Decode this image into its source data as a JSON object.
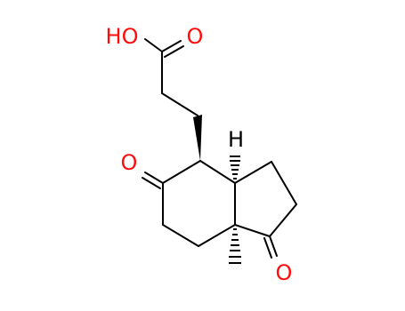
{
  "structure": {
    "labels": {
      "hydroxyl": "HO",
      "acid_carbonyl_oxygen": "O",
      "ring_ketone_oxygen": "O",
      "cyclopentanone_oxygen": "O",
      "stereo_hydrogen": "H"
    },
    "colors": {
      "oxygen": "#ff0d0d",
      "hydrogen": "#000000",
      "bond": "#000000",
      "background": "#ffffff"
    }
  }
}
